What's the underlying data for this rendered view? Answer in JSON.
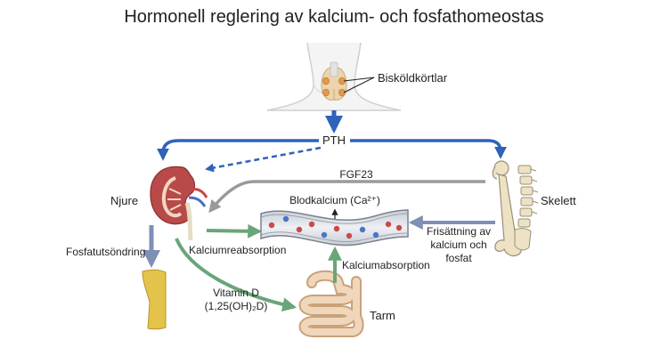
{
  "title": "Hormonell reglering av kalcium- och fosfathomeostas",
  "labels": {
    "parathyroid": "Bisköldkörtlar",
    "pth": "PTH",
    "fgf23": "FGF23",
    "kidney": "Njure",
    "skeleton": "Skelett",
    "blood_calcium": "Blodkalcium (Ca²⁺)",
    "phosphate_excretion": "Fosfatutsöndring",
    "calcium_reabsorption": "Kalciumreabsorption",
    "release_line1": "Frisättning av",
    "release_line2": "kalcium och",
    "release_line3": "fosfat",
    "calcium_absorption": "Kalciumabsorption",
    "vitd_line1": "Vitamin D",
    "vitd_line2": "(1,25(OH)₂D)",
    "intestine": "Tarm"
  },
  "colors": {
    "pth_arrow": "#2f63b8",
    "fgf23_arrow": "#9a9a9a",
    "green_arrow": "#6aa57a",
    "gray_blue_arrow": "#7f8fb6",
    "kidney": "#b94a4a",
    "bone": "#eee2c4",
    "urine": "#e3c34a",
    "red_cell": "#c94a4a",
    "blue_cell": "#4a74c9"
  }
}
